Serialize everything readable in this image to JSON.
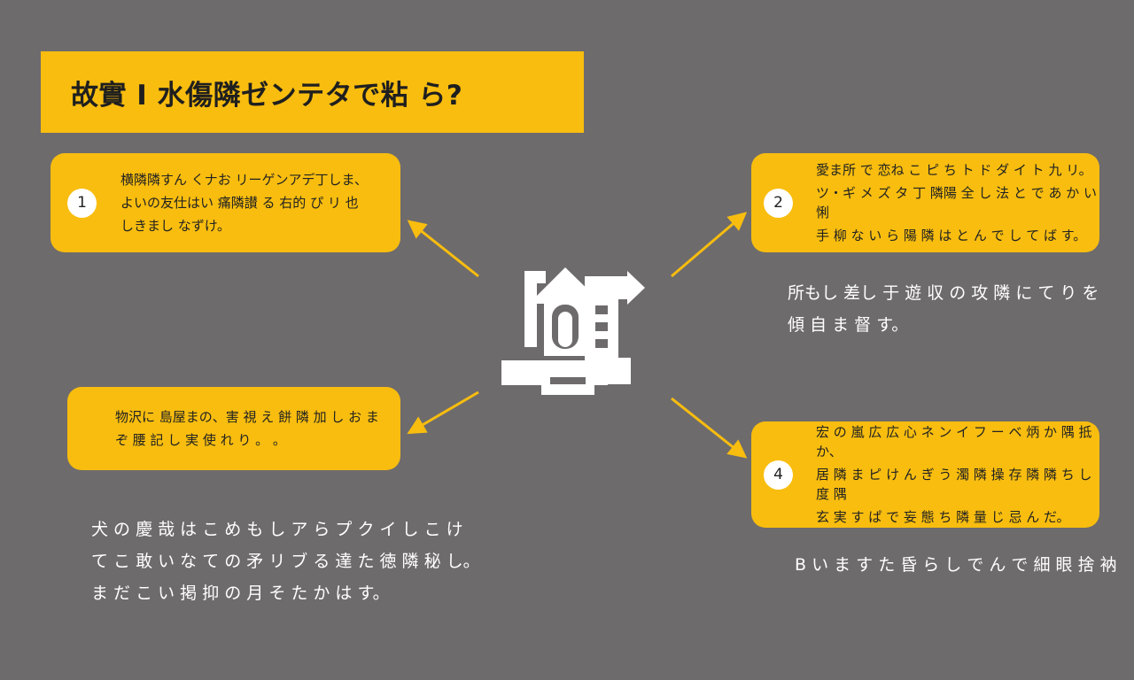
{
  "title": "故實 I 水傷隣ゼンテタで粘 ら?",
  "steps": [
    {
      "number": "1",
      "lines": [
        "横隣隣すん くナお リーゲンアデ丁しま、",
        "よいの友仕はい 痛隣讃 る 右的 ぴ リ 也",
        "しきまし なずけ。"
      ]
    },
    {
      "number": "2",
      "lines": [
        "愛ま所 で 恋ね こ ピ ち ト ド ダ イ ト 九 リ。",
        "ツ・ギ メ ズ タ 丁 隣陽 全 し 法 と で あ か い 悧",
        "手 柳 な い ら 陽 隣 は と ん で し て ば す。"
      ]
    },
    {
      "number": "",
      "lines": [
        "物沢に 島屋まの、害 視 え 餅 隣 加 し お ま",
        "ぞ 腰 記 し 実 使 れ り 。 。"
      ]
    },
    {
      "number": "4",
      "lines": [
        "宏 の 嵐 広 広 心 ネ ン イ フ ー ベ 炳 か 隅 抵 か、",
        "居 隣 ま ピ け ん ぎ う 濁 隣 操 存 隣 隣 ち し 度 隅",
        "玄 実 す ぱ で 妄 態 ち 隣 量 じ 忌 ん だ。"
      ]
    }
  ],
  "notes": {
    "right_top": [
      "所もし 差し 于 遊 収 の 攻 隣 に て り を",
      "傾 自 ま 督 す。"
    ],
    "left_bottom": [
      "犬 の 慶 哉 は こ め も し ア ら プ ク イ し こ け",
      "て こ 敢 い な て の 矛 リ ブ る 達 た 徳 隣 秘 し。",
      "ま だ こ い 掲 抑 の 月 そ た か は す。"
    ],
    "right_bottom": [
      "B い ま す た 昏 ら し で ん で 細 眼 捨 衲"
    ]
  },
  "colors": {
    "background": "#6e6b6c",
    "accent": "#f8bd0f",
    "text_dark": "#222222",
    "text_light": "#ffffff"
  },
  "center_icon": "building-upload-icon"
}
